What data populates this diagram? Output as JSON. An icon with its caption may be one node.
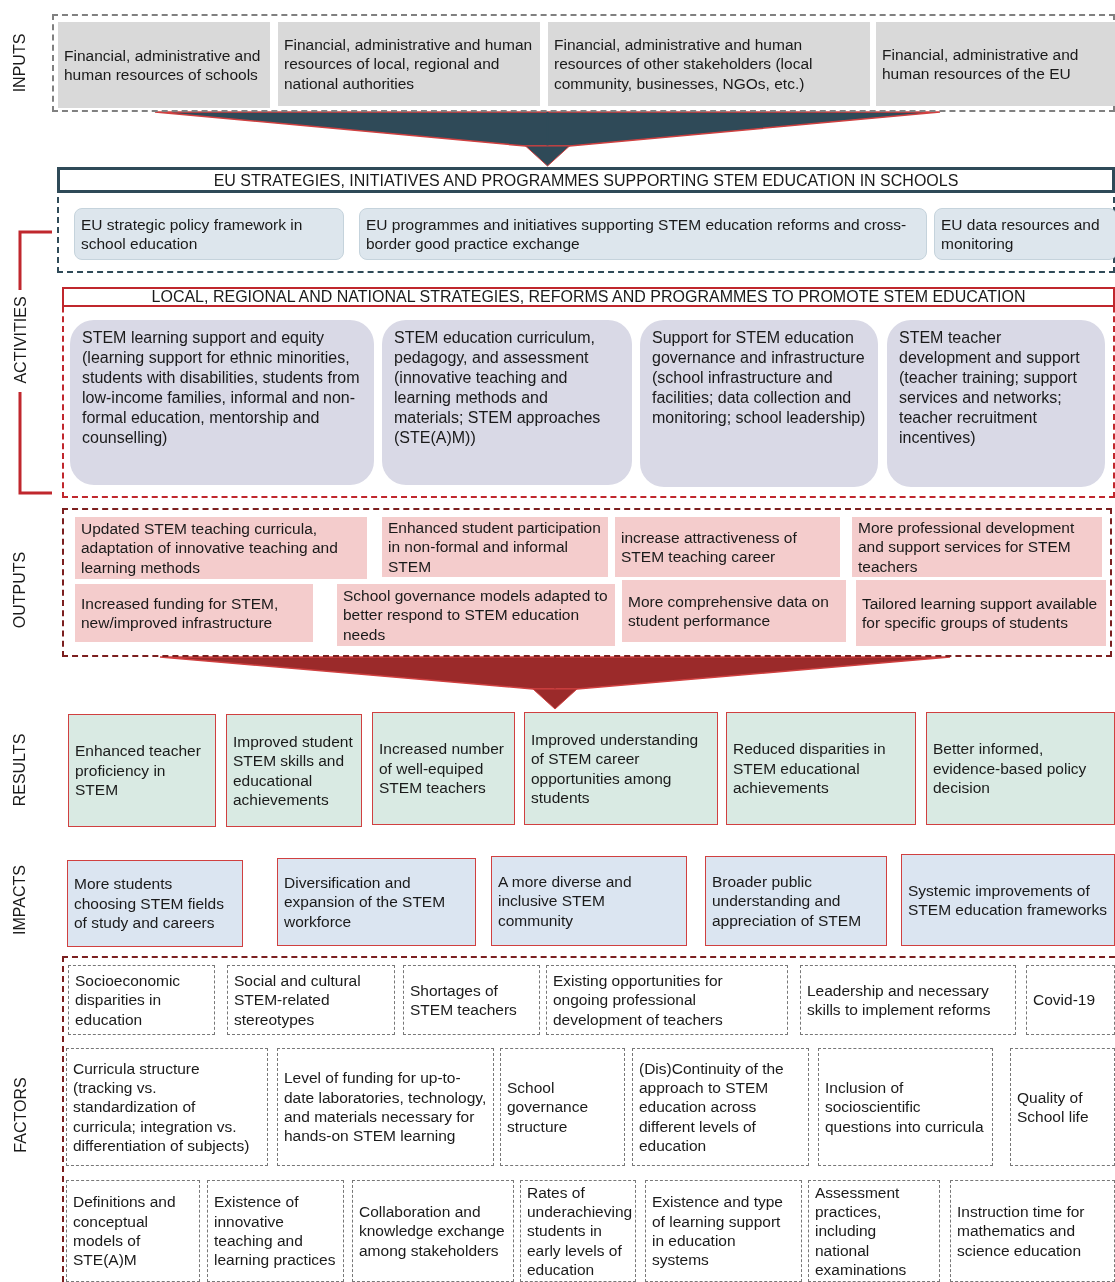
{
  "diagram": {
    "nodes": [
      {
        "text": [
          "INPUTS"
        ]
      },
      {
        "text": [
          "Financial, administrative and human resources of schools"
        ],
        "in": 0
      },
      {
        "text": [
          "Financial, administrative and human resources of local, regional and national authorities"
        ],
        "in": 0
      },
      {
        "text": [
          "Financial, administrative and human resources of other stakeholders (local community, businesses, NGOs, etc.)"
        ],
        "in": 0
      },
      {
        "text": [
          "Financial, administrative and human resources of the EU"
        ],
        "in": 0
      },
      {
        "text": [
          "ACTIVITIES"
        ]
      },
      {
        "text": [
          "EU STRATEGIES, INITIATIVES AND PROGRAMMES SUPPORTING STEM EDUCATION IN SCHOOLS"
        ],
        "in": 5
      },
      {
        "text": [
          "EU strategic policy framework in school education"
        ],
        "in": 6
      },
      {
        "text": [
          "EU programmes and initiatives supporting STEM education reforms and cross-border good practice exchange"
        ],
        "in": 6
      },
      {
        "text": [
          "EU data resources and monitoring"
        ],
        "in": 6
      },
      {
        "text": [
          "LOCAL, REGIONAL AND NATIONAL STRATEGIES, REFORMS AND PROGRAMMES TO PROMOTE STEM EDUCATION"
        ],
        "in": 5
      },
      {
        "text": [
          "STEM learning support and equity (learning support for ethnic minorities, students with disabilities, students from low-income families, informal and non-formal education, mentorship and counselling)"
        ],
        "in": 10
      },
      {
        "text": [
          "STEM education curriculum, pedagogy, and assessment (innovative teaching and learning methods and materials; STEM approaches (STE(A)M))"
        ],
        "in": 10
      },
      {
        "text": [
          "Support for STEM education governance and infrastructure (school infrastructure and facilities; data collection and monitoring; school leadership)"
        ],
        "in": 10
      },
      {
        "text": [
          "STEM teacher development and support (teacher training; support services and networks; teacher recruitment incentives)"
        ],
        "in": 10
      },
      {
        "text": [
          "OUTPUTS"
        ]
      },
      {
        "text": [
          "Updated STEM teaching curricula, adaptation of innovative teaching and learning methods"
        ],
        "in": 15
      },
      {
        "text": [
          "Enhanced student participation in non-formal and informal STEM"
        ],
        "in": 15
      },
      {
        "text": [
          "increase attractiveness of STEM  teaching career"
        ],
        "in": 15
      },
      {
        "text": [
          "More professional development and support services for STEM teachers"
        ],
        "in": 15
      },
      {
        "text": [
          "Increased funding for STEM, new/improved infrastructure"
        ],
        "in": 15
      },
      {
        "text": [
          "School governance models adapted to better respond to STEM education needs"
        ],
        "in": 15
      },
      {
        "text": [
          "More comprehensive data on student performance"
        ],
        "in": 15
      },
      {
        "text": [
          "Tailored learning support available for specific groups of students"
        ],
        "in": 15
      },
      {
        "text": [
          "RESULTS"
        ]
      },
      {
        "text": [
          "Enhanced teacher proficiency in STEM"
        ],
        "in": 24
      },
      {
        "text": [
          "Improved student STEM skills and educational achievements"
        ],
        "in": 24
      },
      {
        "text": [
          "Increased number of well-equiped STEM teachers"
        ],
        "in": 24
      },
      {
        "text": [
          "Improved understanding of STEM career opportunities among students"
        ],
        "in": 24
      },
      {
        "text": [
          "Reduced disparities in STEM educational achievements"
        ],
        "in": 24
      },
      {
        "text": [
          "Better informed, evidence-based policy decision"
        ],
        "in": 24
      },
      {
        "text": [
          "IMPACTS"
        ]
      },
      {
        "text": [
          "More students choosing STEM fields of study and careers"
        ],
        "in": 31
      },
      {
        "text": [
          "Diversification and expansion of the STEM workforce"
        ],
        "in": 31
      },
      {
        "text": [
          "A more diverse and inclusive STEM community"
        ],
        "in": 31
      },
      {
        "text": [
          "Broader public understanding and appreciation of STEM"
        ],
        "in": 31
      },
      {
        "text": [
          "Systemic improvements of STEM education frameworks"
        ],
        "in": 31
      },
      {
        "text": [
          "FACTORS"
        ]
      },
      {
        "text": [
          "Socioeconomic disparities in education"
        ],
        "in": 37
      },
      {
        "text": [
          "Social and cultural STEM-related stereotypes"
        ],
        "in": 37
      },
      {
        "text": [
          "Shortages of STEM teachers"
        ],
        "in": 37
      },
      {
        "text": [
          "Existing opportunities for ongoing professional development of teachers"
        ],
        "in": 37
      },
      {
        "text": [
          "Leadership and necessary skills to implement reforms"
        ],
        "in": 37
      },
      {
        "text": [
          "Covid-19"
        ],
        "in": 37
      },
      {
        "text": [
          "Curricula structure (tracking vs. standardization of curricula; integration vs. differentiation of subjects)"
        ],
        "in": 37
      },
      {
        "text": [
          "Level of funding for up-to-date laboratories, technology, and materials necessary for hands-on STEM learning"
        ],
        "in": 37
      },
      {
        "text": [
          "School governance structure"
        ],
        "in": 37
      },
      {
        "text": [
          "(Dis)Continuity of the approach to STEM education across different levels of education"
        ],
        "in": 37
      },
      {
        "text": [
          "Inclusion of socioscientific questions into curricula"
        ],
        "in": 37
      },
      {
        "text": [
          "Quality of School life"
        ],
        "in": 37
      },
      {
        "text": [
          "Definitions and conceptual models of STE(A)M"
        ],
        "in": 37
      },
      {
        "text": [
          "Existence of innovative teaching and learning practices"
        ],
        "in": 37
      },
      {
        "text": [
          "Collaboration and knowledge exchange among stakeholders"
        ],
        "in": 37
      },
      {
        "text": [
          "Rates of underachieving students in early levels of education"
        ],
        "in": 37
      },
      {
        "text": [
          "Existence and type of learning support in education systems"
        ],
        "in": 37
      },
      {
        "text": [
          "Assessment practices, including national examinations"
        ],
        "in": 37
      },
      {
        "text": [
          "Instruction time for mathematics and science education"
        ],
        "in": 37
      }
    ],
    "edges": [
      {
        "from": 0,
        "to": 6,
        "arrow": "to",
        "color": "#2f4a58"
      },
      {
        "from": 15,
        "to": 24,
        "arrow": "to",
        "color": "#9b2a2a"
      }
    ]
  }
}
